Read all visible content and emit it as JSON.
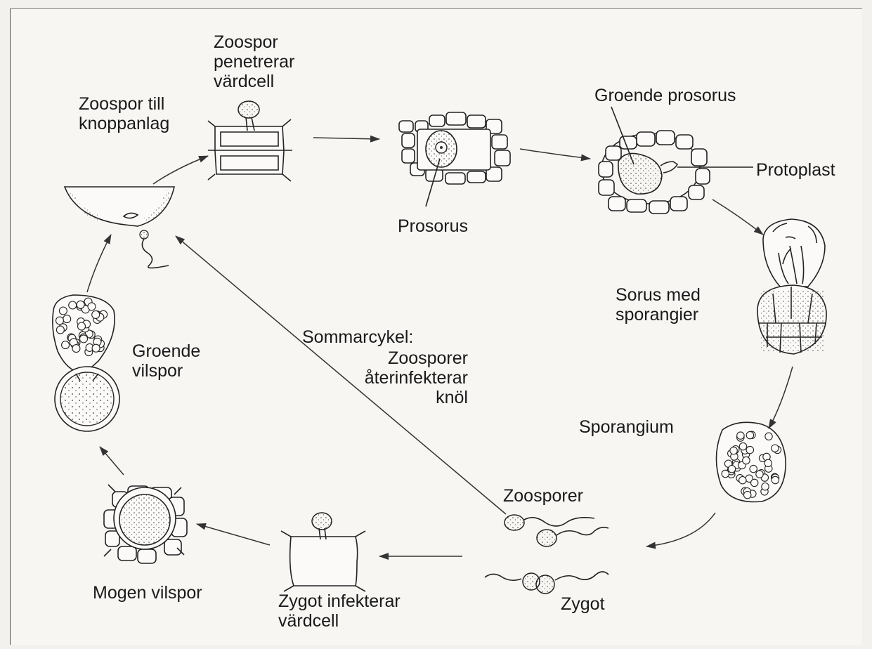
{
  "labels": {
    "zoospor_penetrerar": "Zoospor\npenetrerar\nvärdcell",
    "zoospor_till_knoppanlag": "Zoospor till\nknoppanlag",
    "groende_prosorus": "Groende prosorus",
    "protoplast": "Protoplast",
    "prosorus": "Prosorus",
    "sorus_med_sporangier": "Sorus med\nsporangier",
    "groende_vilspor": "Groende\nvilspor",
    "sommarcykel_title": "Sommarcykel:",
    "sommarcykel_text": "Zoosporer\nåterinfekterar\nknöl",
    "sporangium": "Sporangium",
    "zoosporer": "Zoosporer",
    "zygot": "Zygot",
    "mogen_vilspor": "Mogen vilspor",
    "zygot_infekterar": "Zygot infekterar\nvärdcell"
  }
}
